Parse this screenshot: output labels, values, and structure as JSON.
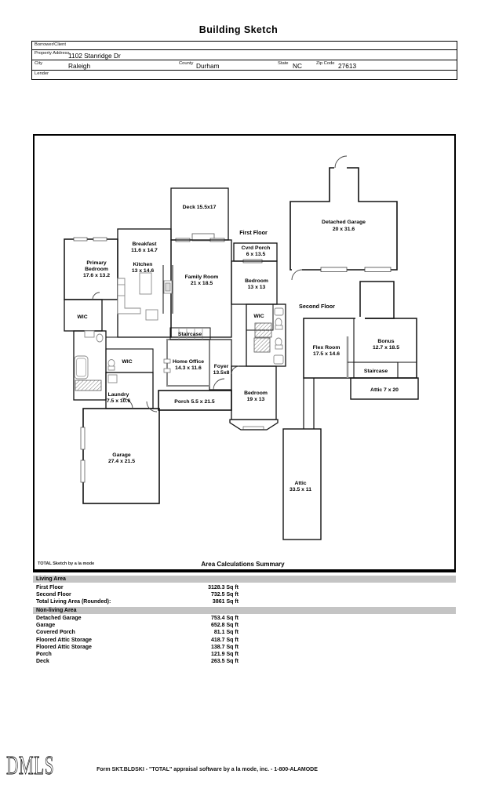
{
  "title": "Building Sketch",
  "header": {
    "borrower_label": "Borrower/Client",
    "property_label": "Property Address",
    "property_value": "1102 Stanridge Dr",
    "city_label": "City",
    "city_value": "Raleigh",
    "county_label": "County",
    "county_value": "Durham",
    "state_label": "State",
    "state_value": "NC",
    "zip_label": "Zip Code",
    "zip_value": "27613",
    "lender_label": "Lender"
  },
  "sketch": {
    "floors": {
      "first": "First Floor",
      "second": "Second Floor"
    },
    "rooms": {
      "deck": {
        "label": "Deck 15.5x17"
      },
      "detached_garage": {
        "name": "Detached Garage",
        "dims": "20 x 31.6"
      },
      "primary_bedroom": {
        "line1": "Primary",
        "line2": "Bedroom",
        "dims": "17.6 x 13.2"
      },
      "breakfast": {
        "name": "Breakfast",
        "dims": "11.6 x 14.7"
      },
      "kitchen": {
        "name": "Kitchen",
        "dims": "13 x 14.6"
      },
      "family_room": {
        "name": "Family Room",
        "dims": "21 x 18.5"
      },
      "cvrd_porch": {
        "name": "Cvrd Porch",
        "dims": "6 x 13.5"
      },
      "bedroom_13": {
        "name": "Bedroom",
        "dims": "13 x 13"
      },
      "wic_left": {
        "label": "WIC"
      },
      "wic_mid": {
        "label": "WIC"
      },
      "wic_right": {
        "label": "WIC"
      },
      "staircase_1": {
        "label": "Staircase"
      },
      "home_office": {
        "name": "Home Office",
        "dims": "14.3 x 11.6"
      },
      "foyer": {
        "name": "Foyer",
        "dims": "13.5x8"
      },
      "laundry": {
        "name": "Laundry",
        "dims": "7.5 x 10.6"
      },
      "porch": {
        "label": "Porch 5.5 x 21.5"
      },
      "bedroom_19": {
        "name": "Bedroom",
        "dims": "19 x 13"
      },
      "garage": {
        "name": "Garage",
        "dims": "27.4 x 21.5"
      },
      "attic_long": {
        "name": "Attic",
        "dims": "33.5 x 11"
      },
      "flex_room": {
        "name": "Flex Room",
        "dims": "17.5 x 14.6"
      },
      "bonus": {
        "name": "Bonus",
        "dims": "12.7 x 18.5"
      },
      "staircase_2": {
        "label": "Staircase"
      },
      "attic_7x20": {
        "label": "Attic 7 x 20"
      }
    }
  },
  "summary": {
    "watermark": "TOTAL Sketch by a la mode",
    "title": "Area Calculations Summary",
    "living_header": "Living Area",
    "living_rows": [
      {
        "label": "First Floor",
        "value": "3128.3 Sq ft"
      },
      {
        "label": "Second Floor",
        "value": "732.5 Sq ft"
      },
      {
        "label": "Total Living Area (Rounded):",
        "value": "3861 Sq ft",
        "bold": true
      }
    ],
    "nonliving_header": "Non-living Area",
    "nonliving_rows": [
      {
        "label": "Detached Garage",
        "value": "753.4 Sq ft"
      },
      {
        "label": "Garage",
        "value": "652.8 Sq ft"
      },
      {
        "label": "Covered Porch",
        "value": "81.1 Sq ft"
      },
      {
        "label": "Floored Attic Storage",
        "value": "418.7 Sq ft"
      },
      {
        "label": "Floored Attic Storage",
        "value": "138.7 Sq ft"
      },
      {
        "label": "Porch",
        "value": "121.9 Sq ft"
      },
      {
        "label": "Deck",
        "value": "263.5 Sq ft"
      }
    ]
  },
  "footer": {
    "logo": "DMLS",
    "form_line": "Form SKT.BLDSKI - \"TOTAL\" appraisal software by a la mode, inc. - 1-800-ALAMODE"
  },
  "colors": {
    "wall": "#111111",
    "header_band": "#c4c4c4"
  }
}
